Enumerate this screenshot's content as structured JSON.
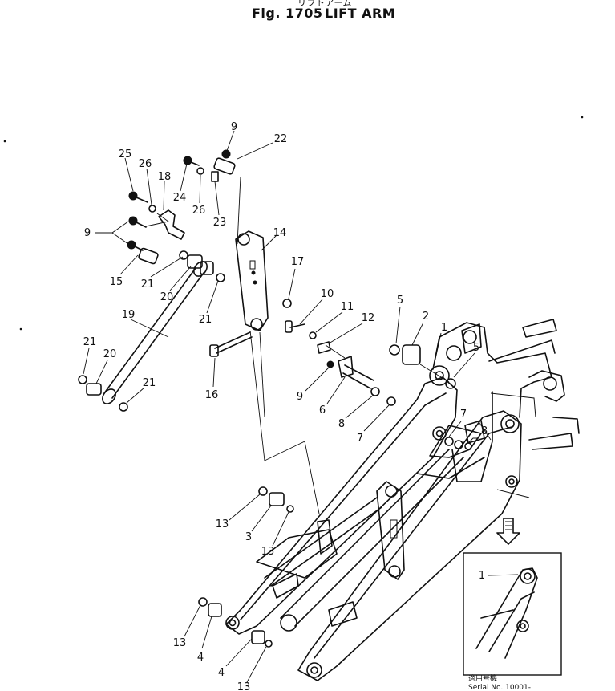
{
  "title": {
    "header_jp": "リフトアーム",
    "figure": "Fig. 1705",
    "name": "LIFT ARM"
  },
  "inset": {
    "applicable_label": "適用号機",
    "serial": "Serial No. 10001-"
  },
  "callouts": [
    {
      "id": "c9a",
      "label": "9"
    },
    {
      "id": "c22",
      "label": "22"
    },
    {
      "id": "c25",
      "label": "25"
    },
    {
      "id": "c26a",
      "label": "26"
    },
    {
      "id": "c18",
      "label": "18"
    },
    {
      "id": "c24",
      "label": "24"
    },
    {
      "id": "c26b",
      "label": "26"
    },
    {
      "id": "c23",
      "label": "23"
    },
    {
      "id": "c9b",
      "label": "9"
    },
    {
      "id": "c14",
      "label": "14"
    },
    {
      "id": "c15",
      "label": "15"
    },
    {
      "id": "c21a",
      "label": "21"
    },
    {
      "id": "c20a",
      "label": "20"
    },
    {
      "id": "c21b",
      "label": "21"
    },
    {
      "id": "c17",
      "label": "17"
    },
    {
      "id": "c10",
      "label": "10"
    },
    {
      "id": "c11",
      "label": "11"
    },
    {
      "id": "c12",
      "label": "12"
    },
    {
      "id": "c19",
      "label": "19"
    },
    {
      "id": "c5a",
      "label": "5"
    },
    {
      "id": "c2",
      "label": "2"
    },
    {
      "id": "c1",
      "label": "1"
    },
    {
      "id": "c5b",
      "label": "5"
    },
    {
      "id": "c21c",
      "label": "21"
    },
    {
      "id": "c20b",
      "label": "20"
    },
    {
      "id": "c21d",
      "label": "21"
    },
    {
      "id": "c16",
      "label": "16"
    },
    {
      "id": "c9c",
      "label": "9"
    },
    {
      "id": "c6",
      "label": "6"
    },
    {
      "id": "c8a",
      "label": "8"
    },
    {
      "id": "c7a",
      "label": "7"
    },
    {
      "id": "c7b",
      "label": "7"
    },
    {
      "id": "c8b",
      "label": "8"
    },
    {
      "id": "c13a",
      "label": "13"
    },
    {
      "id": "c3",
      "label": "3"
    },
    {
      "id": "c13b",
      "label": "13"
    },
    {
      "id": "c13c",
      "label": "13"
    },
    {
      "id": "c4a",
      "label": "4"
    },
    {
      "id": "c4b",
      "label": "4"
    },
    {
      "id": "c13d",
      "label": "13"
    },
    {
      "id": "c1i",
      "label": "1"
    }
  ]
}
